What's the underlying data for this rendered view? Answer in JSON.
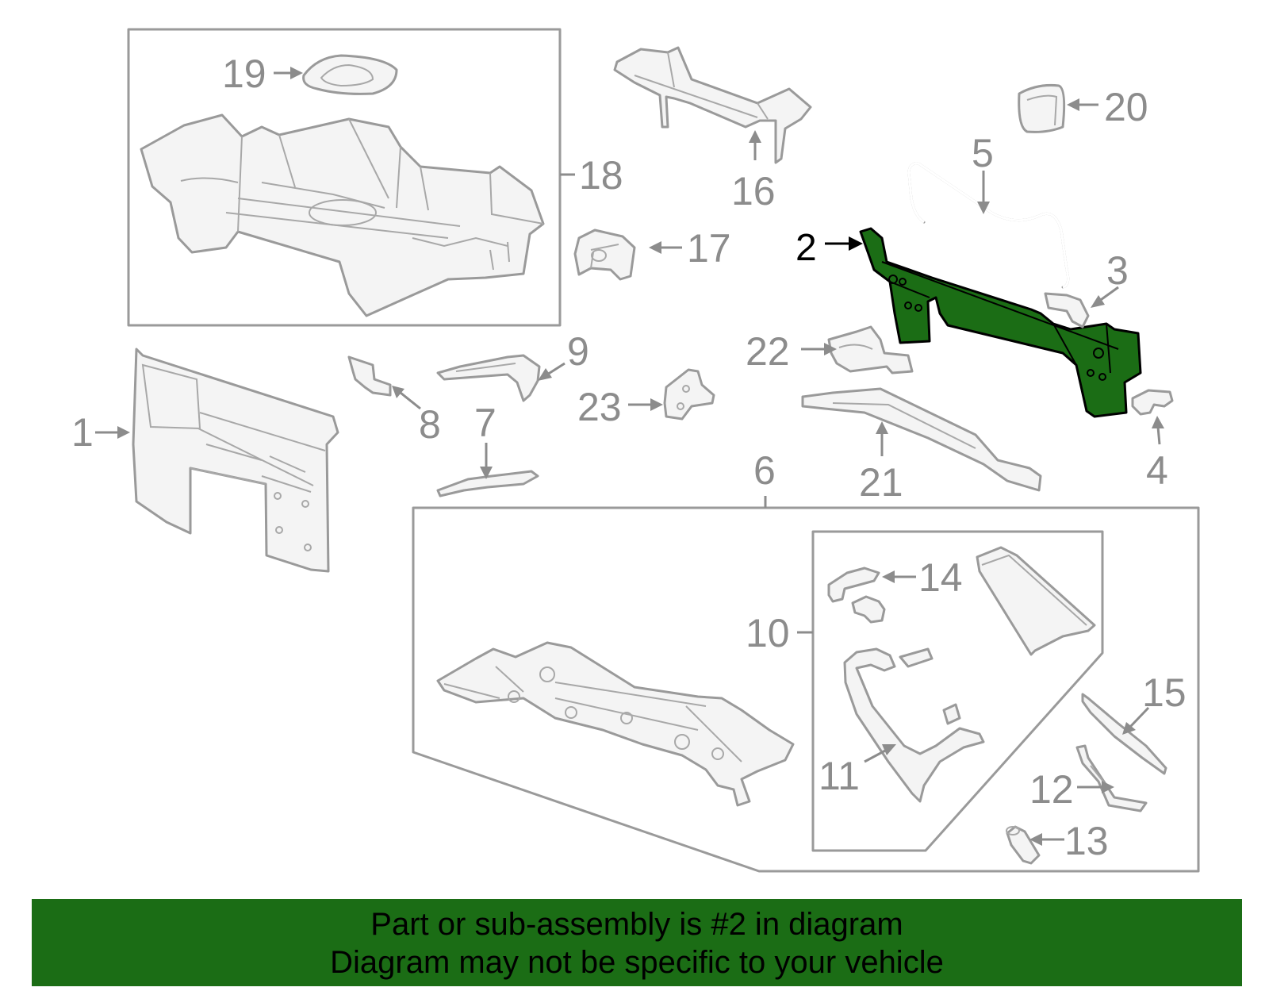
{
  "colors": {
    "highlight": "#1b6d15",
    "linework": "#9a9a9a",
    "label": "#8c8c8c"
  },
  "callouts": {
    "c1": "1",
    "c2": "2",
    "c3": "3",
    "c4": "4",
    "c5": "5",
    "c6": "6",
    "c7": "7",
    "c8": "8",
    "c9": "9",
    "c10": "10",
    "c11": "11",
    "c12": "12",
    "c13": "13",
    "c14": "14",
    "c15": "15",
    "c16": "16",
    "c17": "17",
    "c18": "18",
    "c19": "19",
    "c20": "20",
    "c21": "21",
    "c22": "22",
    "c23": "23"
  },
  "highlighted_callout": "2",
  "banner": {
    "line1": "Part or sub-assembly is #2 in diagram",
    "line2": "Diagram may not be specific to your vehicle"
  }
}
